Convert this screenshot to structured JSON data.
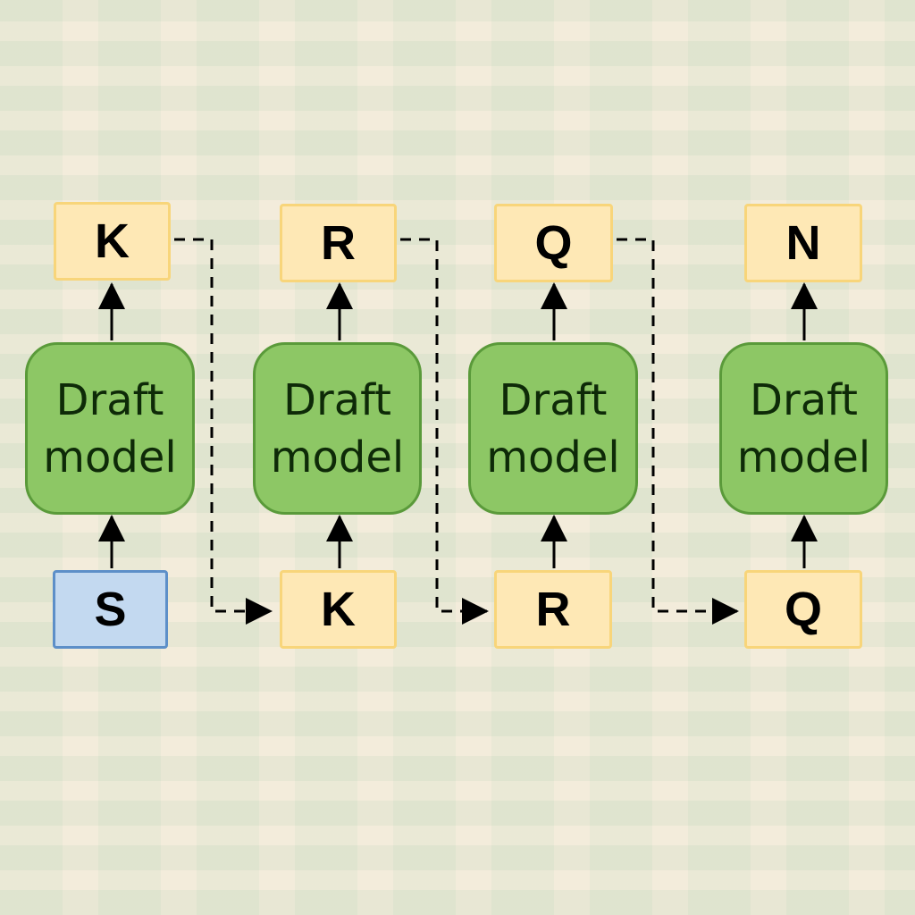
{
  "model_label_line1": "Draft",
  "model_label_line2": "model",
  "steps": [
    {
      "input": "S",
      "output": "K"
    },
    {
      "input": "K",
      "output": "R"
    },
    {
      "input": "R",
      "output": "Q"
    },
    {
      "input": "Q",
      "output": "N"
    }
  ],
  "colors": {
    "token": "#fee8b5",
    "source": "#c3d9f0",
    "model": "#8dc765"
  }
}
